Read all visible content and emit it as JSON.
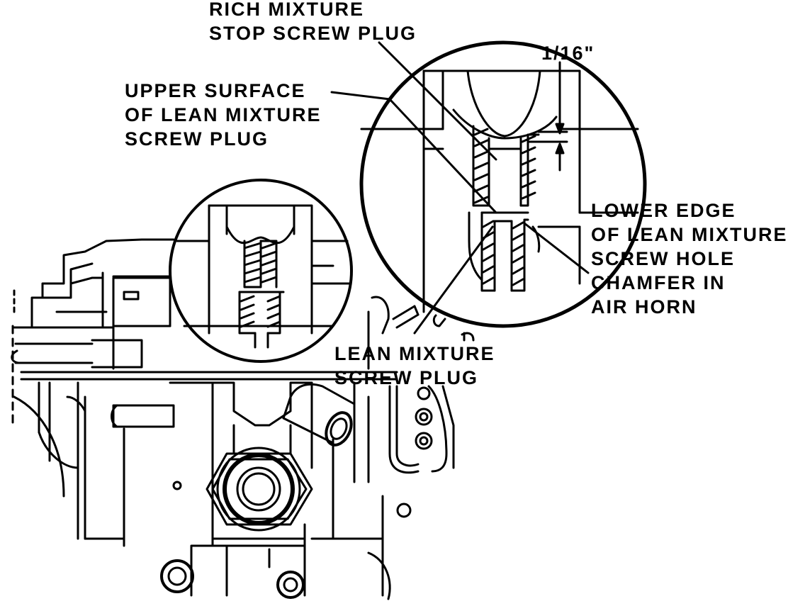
{
  "colors": {
    "ink": "#000000",
    "paper": "#ffffff"
  },
  "labels": {
    "rich_mixture_stop_screw_plug": [
      "RICH MIXTURE",
      "STOP SCREW PLUG"
    ],
    "upper_surface": [
      "UPPER SURFACE",
      "OF LEAN MIXTURE",
      "SCREW PLUG"
    ],
    "dimension": "1/16\"",
    "lower_edge": [
      "LOWER EDGE",
      "OF LEAN MIXTURE",
      "SCREW HOLE",
      "CHAMFER IN",
      "AIR HORN"
    ],
    "lean_mixture_screw_plug": [
      "LEAN MIXTURE",
      "SCREW PLUG"
    ]
  }
}
